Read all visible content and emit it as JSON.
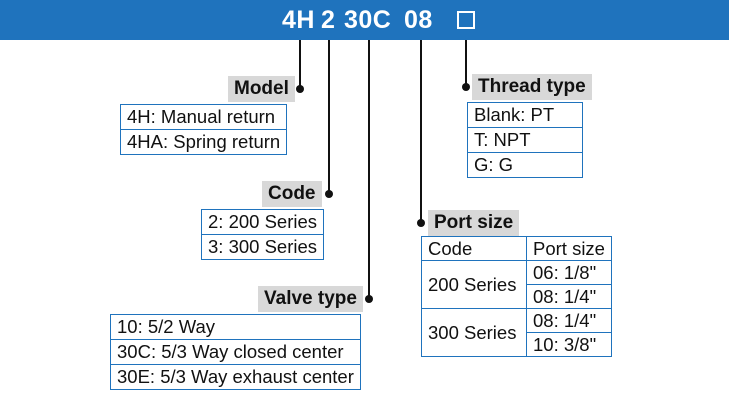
{
  "code": {
    "parts": [
      "4H",
      "2",
      "30C",
      "08"
    ],
    "placeholder_box": "□"
  },
  "model": {
    "label": "Model",
    "options": [
      "4H: Manual return",
      "4HA: Spring return"
    ]
  },
  "series_code": {
    "label": "Code",
    "options": [
      "2: 200 Series",
      "3: 300 Series"
    ]
  },
  "valve_type": {
    "label": "Valve type",
    "options": [
      "10: 5/2 Way",
      "30C: 5/3 Way closed center",
      "30E: 5/3 Way exhaust center"
    ]
  },
  "thread_type": {
    "label": "Thread type",
    "options": [
      "Blank: PT",
      "T: NPT",
      "G: G"
    ]
  },
  "port_size": {
    "label": "Port size",
    "headers": [
      "Code",
      "Port size"
    ],
    "groups": [
      {
        "series": "200 Series",
        "sizes": [
          "06: 1/8\"",
          "08: 1/4\""
        ]
      },
      {
        "series": "300 Series",
        "sizes": [
          "08: 1/4\"",
          "10: 3/8\""
        ]
      }
    ]
  },
  "colors": {
    "bar": "#1f73bd",
    "label_bg": "#d8d8d8",
    "table_border": "#1f73bd"
  }
}
